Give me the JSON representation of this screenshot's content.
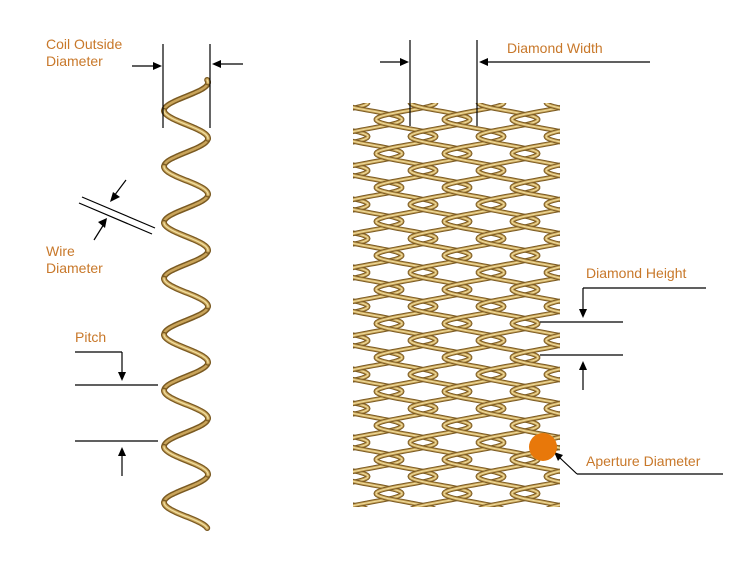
{
  "labels": {
    "coil_outside_diameter_line1": "Coil Outside",
    "coil_outside_diameter_line2": "Diameter",
    "wire_diameter_line1": "Wire",
    "wire_diameter_line2": "Diameter",
    "pitch": "Pitch",
    "diamond_width": "Diamond Width",
    "diamond_height": "Diamond Height",
    "aperture_diameter": "Aperture Diameter"
  },
  "colors": {
    "label_text": "#c8782a",
    "aperture_marker": "#e8780a",
    "wire_light": "#f0dfa0",
    "wire_mid": "#c9a45a",
    "wire_dark": "#7a5a22",
    "dimension_lines": "#000000"
  }
}
